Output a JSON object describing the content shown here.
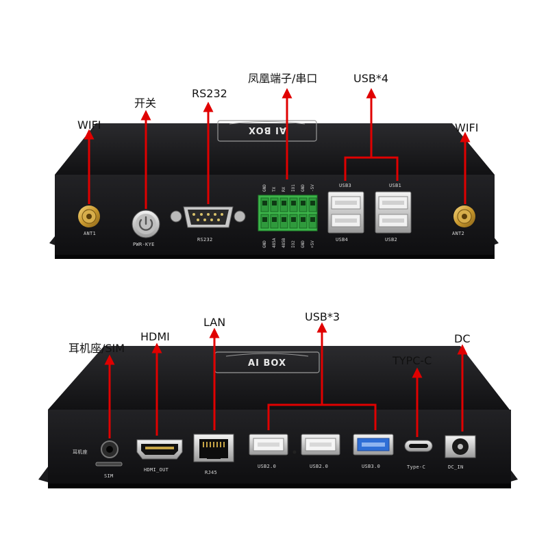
{
  "colors": {
    "arrow": "#e00000",
    "device": "#1a1a1c",
    "terminal": "#3cb54a",
    "usb3": "#2f6fd6"
  },
  "top_view": {
    "logo": "AI BOX",
    "callouts": {
      "wifi_left": "WIFI",
      "power": "开关",
      "rs232": "RS232",
      "phoenix": "凤凰端子/串口",
      "usb": "USB*4",
      "wifi_right": "WIFI"
    },
    "panel_labels": {
      "ant1": "ANT1",
      "pwr": "PWR-KYE",
      "rs232": "RS232",
      "usb3": "USB3",
      "usb1": "USB1",
      "usb4": "USB4",
      "usb2": "USB2",
      "ant2": "ANT2"
    },
    "terminal_pins_top": [
      "GND",
      "TX",
      "RX",
      "IO1",
      "GND",
      "-5V"
    ],
    "terminal_pins_bottom": [
      "GND",
      "485A",
      "485B",
      "IO2",
      "GND",
      "+5V"
    ],
    "icons": [
      "antenna-icon",
      "power-icon",
      "db9-port-icon",
      "usb-port-icon"
    ]
  },
  "bottom_view": {
    "logo": "AI BOX",
    "callouts": {
      "earphone_sim": "耳机座/SIM",
      "hdmi": "HDMI",
      "lan": "LAN",
      "usb": "USB*3",
      "typec": "TYPC-C",
      "dc": "DC"
    },
    "panel_labels": {
      "earphone": "耳机座",
      "sim": "SIM",
      "hdmi": "HDMI_OUT",
      "rj45": "RJ45",
      "usb_a": "USB2.0",
      "usb_b": "USB2.0",
      "usb_c": "USB3.0",
      "typec": "Type-C",
      "dc": "DC_IN"
    }
  }
}
